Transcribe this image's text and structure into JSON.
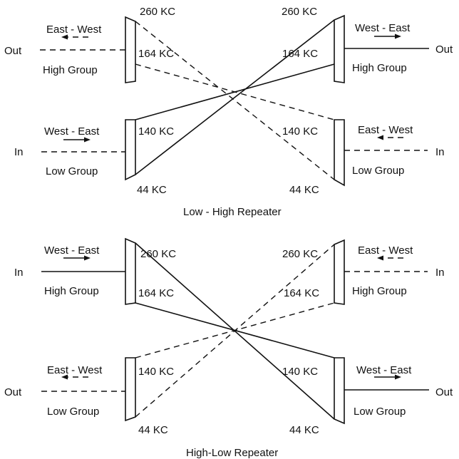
{
  "diagrams": [
    {
      "caption": "Low - High Repeater",
      "left_top": {
        "freq_top": "260 KC",
        "freq_bottom": "164 KC",
        "direction": "East - West",
        "group": "High Group",
        "port": "Out"
      },
      "left_bot": {
        "freq_top": "140 KC",
        "freq_bottom": "44 KC",
        "direction": "West - East",
        "group": "Low Group",
        "port": "In"
      },
      "right_top": {
        "freq_top": "260 KC",
        "freq_bottom": "164 KC",
        "direction": "West - East",
        "group": "High Group",
        "port": "Out"
      },
      "right_bot": {
        "freq_top": "140 KC",
        "freq_bottom": "44 KC",
        "direction": "East - West",
        "group": "Low Group",
        "port": "In"
      }
    },
    {
      "caption": "High-Low Repeater",
      "left_top": {
        "freq_top": "260 KC",
        "freq_bottom": "164 KC",
        "direction": "West - East",
        "group": "High Group",
        "port": "In"
      },
      "left_bot": {
        "freq_top": "140 KC",
        "freq_bottom": "44 KC",
        "direction": "East - West",
        "group": "Low Group",
        "port": "Out"
      },
      "right_top": {
        "freq_top": "260 KC",
        "freq_bottom": "164 KC",
        "direction": "East - West",
        "group": "High Group",
        "port": "In"
      },
      "right_bot": {
        "freq_top": "140 KC",
        "freq_bottom": "44 KC",
        "direction": "West - East",
        "group": "Low Group",
        "port": "Out"
      }
    }
  ]
}
